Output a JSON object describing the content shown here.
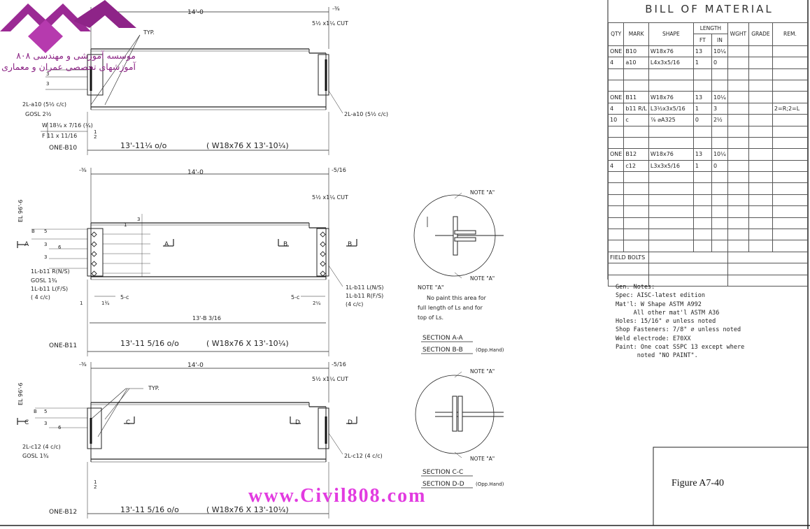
{
  "logo": {
    "line1": "موسسه آموزشی و مهندسی ۸۰۸",
    "line2": "آموزشهای تخصصی عمران و معماری"
  },
  "watermark": "www.Civil808.com",
  "figure_label": "Figure A7-40",
  "bom": {
    "title": "BILL OF MATERIAL",
    "headers": {
      "qty": "QTY",
      "mark": "MARK",
      "shape": "SHAPE",
      "length": "LENGTH",
      "ft": "FT",
      "in": "IN",
      "wght": "WGHT",
      "grade": "GRADE",
      "rem": "REM."
    },
    "rows": [
      {
        "qty": "ONE",
        "mark": "B10",
        "shape": "W18x76",
        "ft": "13",
        "in": "10¼",
        "rem": ""
      },
      {
        "qty": "4",
        "mark": "a10",
        "shape": "L4x3x5/16",
        "ft": "1",
        "in": "0",
        "rem": ""
      },
      {
        "qty": "",
        "mark": "",
        "shape": "",
        "ft": "",
        "in": "",
        "rem": ""
      },
      {
        "qty": "",
        "mark": "",
        "shape": "",
        "ft": "",
        "in": "",
        "rem": ""
      },
      {
        "qty": "ONE",
        "mark": "B11",
        "shape": "W18x76",
        "ft": "13",
        "in": "10¼",
        "rem": ""
      },
      {
        "qty": "4",
        "mark": "b11 R/L",
        "shape": "L3½x3x5/16",
        "ft": "1",
        "in": "3",
        "rem": "2=R;2=L"
      },
      {
        "qty": "10",
        "mark": "c",
        "shape": "⅞ ⌀A325",
        "ft": "0",
        "in": "2½",
        "rem": ""
      },
      {
        "qty": "",
        "mark": "",
        "shape": "",
        "ft": "",
        "in": "",
        "rem": ""
      },
      {
        "qty": "",
        "mark": "",
        "shape": "",
        "ft": "",
        "in": "",
        "rem": ""
      },
      {
        "qty": "ONE",
        "mark": "B12",
        "shape": "W18x76",
        "ft": "13",
        "in": "10¼",
        "rem": ""
      },
      {
        "qty": "4",
        "mark": "c12",
        "shape": "L3x3x5/16",
        "ft": "1",
        "in": "0",
        "rem": ""
      },
      {
        "qty": "",
        "mark": "",
        "shape": "",
        "ft": "",
        "in": "",
        "rem": ""
      },
      {
        "qty": "",
        "mark": "",
        "shape": "",
        "ft": "",
        "in": "",
        "rem": ""
      },
      {
        "qty": "",
        "mark": "",
        "shape": "",
        "ft": "",
        "in": "",
        "rem": ""
      },
      {
        "qty": "",
        "mark": "",
        "shape": "",
        "ft": "",
        "in": "",
        "rem": ""
      },
      {
        "qty": "",
        "mark": "",
        "shape": "",
        "ft": "",
        "in": "",
        "rem": ""
      },
      {
        "qty": "",
        "mark": "",
        "shape": "",
        "ft": "",
        "in": "",
        "rem": ""
      },
      {
        "qty": "",
        "mark": "",
        "shape": "",
        "ft": "",
        "in": "",
        "rem": ""
      }
    ],
    "field_bolts": "FIELD BOLTS"
  },
  "notes": {
    "lines": [
      "Gen. Notes:",
      "Spec: AISC-latest edition",
      "Mat'l: W Shape ASTM A992",
      "     All other mat'l ASTM A36",
      "Holes: 15/16\" ⌀ unless noted",
      "Shop Fasteners: 7/8\" ⌀ unless noted",
      "Weld electrode: E70XX",
      "Paint: One coat SSPC 13 except where",
      "      noted \"NO PAINT\"."
    ]
  },
  "note_a": {
    "callout": "NOTE \"A\"",
    "title": "NOTE \"A\"",
    "text": [
      "No paint this area for",
      "full length of Ls and for",
      "top of Ls."
    ]
  },
  "sections": {
    "aa": "SECTION A-A",
    "bb": "SECTION B-B",
    "bb_note": "(Opp.Hand)",
    "cc": "SECTION C-C",
    "dd": "SECTION D-D",
    "dd_note": "(Opp.Hand)"
  },
  "b10": {
    "mark": "ONE-B10",
    "length_top": "14'-0",
    "dim_center": "13'-11¼ o/o",
    "member": "( W18x76  X 13'-10¼)",
    "right_top": "-⅜",
    "right_dims": "5½   x1¼ CUT",
    "left_label_1": "2L-a10 (5½ c/c)",
    "left_label_2": "GOSL 2½",
    "left_weld_1": "W 18¼ x 7/16 (¼)",
    "left_weld_2": "F   11 x 11/16",
    "right_label": "2L-a10 (5½ c/c)",
    "typ": "TYP."
  },
  "b11": {
    "mark": "ONE-B11",
    "length_top": "14'-0",
    "left_top": "-⅜",
    "right_top": "-5/16",
    "elev": "EL 96'-6",
    "dim_center": "13'-11 5/16 o/o",
    "member": "( W18x76  X 13'-10¼)",
    "right_dims": "5½   x1¼ CUT",
    "left_label_1": "1L-b11 R(N/S)",
    "left_label_2": "GOSL 1¾",
    "left_label_3": "1L-b11 L(F/S)",
    "left_label_4": "( 4 c/c)",
    "right_label_1": "1L-b11 L(N/S)",
    "right_label_2": "1L-b11 R(F/S)",
    "right_label_3": "(4 c/c)",
    "bolt_left": "5-c",
    "bolt_right": "5-c",
    "b_dim": "13'-B 3/16",
    "sec_a": "A",
    "sec_b": "B"
  },
  "b12": {
    "mark": "ONE-B12",
    "length_top": "14'-0",
    "left_top": "-⅜",
    "right_top": "-5/16",
    "elev": "EL 96'-6",
    "dim_center": "13'-11 5/16 o/o",
    "member": "( W18x76  X 13'-10¼)",
    "right_dims": "5½   x1¼ CUT",
    "left_label_1": "2L-c12 (4 c/c)",
    "left_label_2": "GOSL 1¾",
    "right_label": "2L-c12 (4 c/c)",
    "typ": "TYP.",
    "sec_c": "C",
    "sec_d": "D"
  }
}
